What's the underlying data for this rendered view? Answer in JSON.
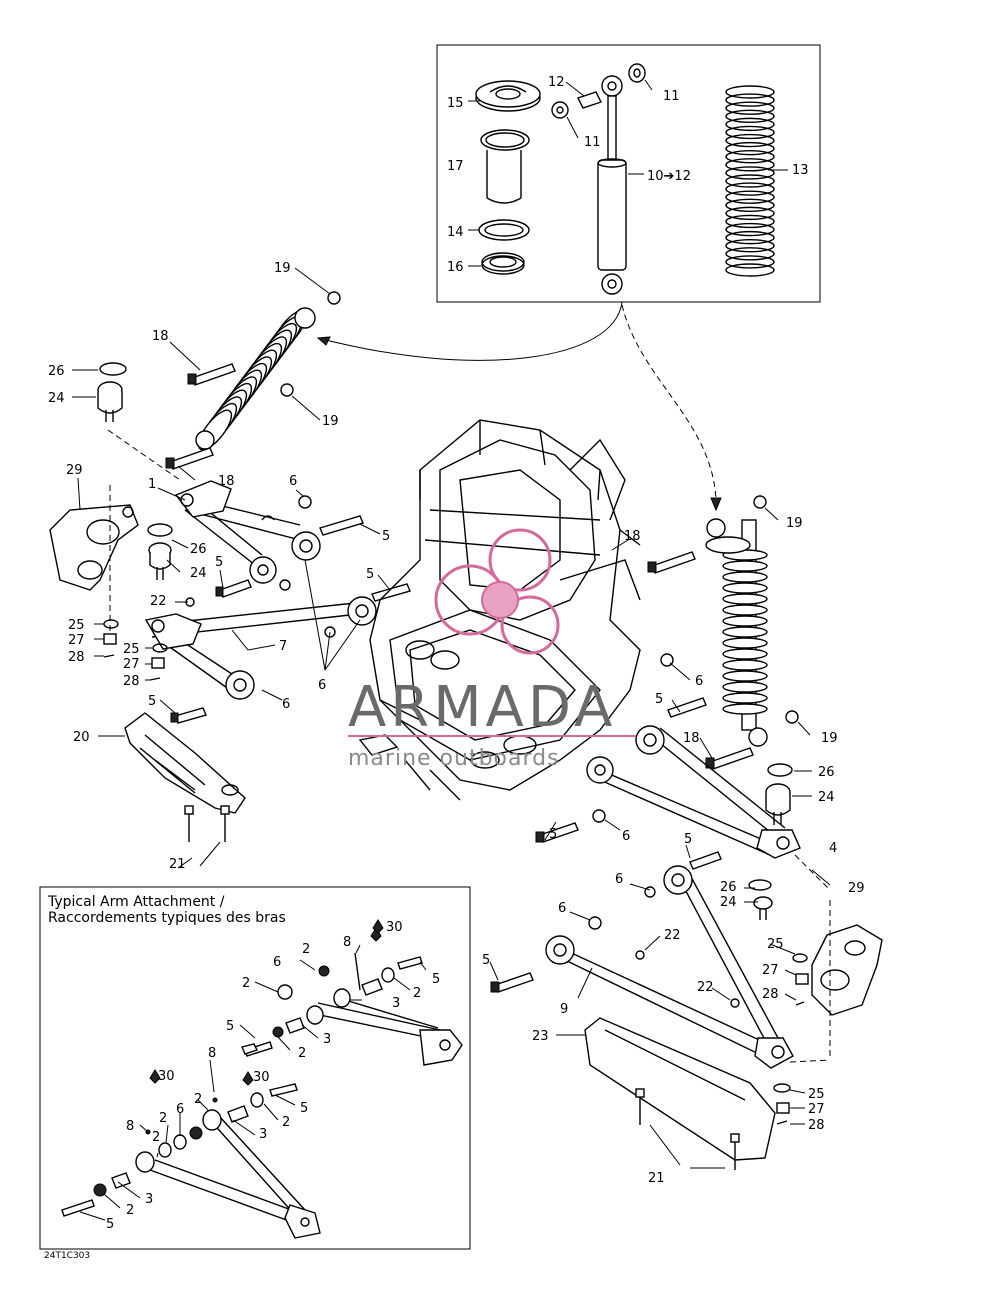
{
  "inset": {
    "title_line1": "Typical Arm Attachment /",
    "title_line2": "Raccordements typiques des bras"
  },
  "watermark": {
    "brand": "ARMADA",
    "tagline": "marine outboards",
    "color": "#d4699b"
  },
  "drawing_code": "24T1C303",
  "labels": {
    "l10": "10➔12",
    "l11a": "11",
    "l11b": "11",
    "l12": "12",
    "l13": "13",
    "l14": "14",
    "l15": "15",
    "l16": "16",
    "l17": "17",
    "l19a": "19",
    "l18a": "18",
    "l26a": "26",
    "l24a": "24",
    "l19b": "19",
    "l18b": "18",
    "l29a": "29",
    "l1": "1",
    "l6a": "6",
    "l5a": "5",
    "l26b": "26",
    "l24b": "24",
    "l5b": "5",
    "l22a": "22",
    "l5c": "5",
    "l25a": "25",
    "l27a": "27",
    "l28a": "28",
    "l25b": "25",
    "l27b": "27",
    "l28b": "28",
    "l7": "7",
    "l6b": "6",
    "l6c": "6",
    "l5d": "5",
    "l20": "20",
    "l21a": "21",
    "l18c": "18",
    "l19c": "19",
    "l6d": "6",
    "l5e": "5",
    "l18d": "18",
    "l19d": "19",
    "l26c": "26",
    "l24c": "24",
    "l5f": "5",
    "l6e": "6",
    "l4": "4",
    "l5g": "5",
    "l6f": "6",
    "l26d": "26",
    "l24d": "24",
    "l29b": "29",
    "l6g": "6",
    "l22b": "22",
    "l25c": "25",
    "l27c": "27",
    "l28c": "28",
    "l5h": "5",
    "l9": "9",
    "l22c": "22",
    "l23": "23",
    "l25d": "25",
    "l27d": "27",
    "l28d": "28",
    "l21b": "21",
    "i30a": "30",
    "i8a": "8",
    "i2a": "2",
    "i6a": "6",
    "i2b": "2",
    "i5a": "5",
    "i2c": "2",
    "i3a": "3",
    "i5b": "5",
    "i2d": "2",
    "i3b": "3",
    "i8b": "8",
    "i30b": "30",
    "i30c": "30",
    "i2e": "2",
    "i5c": "5",
    "i2f": "2",
    "i6b": "6",
    "i8c": "8",
    "i2g": "2",
    "i3c": "3",
    "i2h": "2",
    "i3d": "3",
    "i2i": "2",
    "i5d": "5"
  }
}
